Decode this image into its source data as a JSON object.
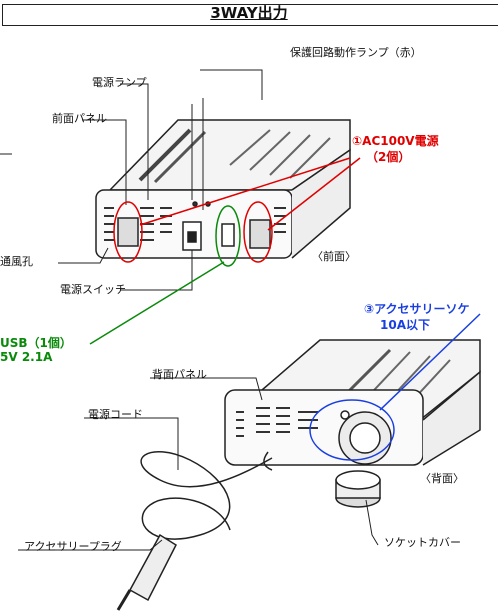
{
  "header": {
    "title": "3WAY出力"
  },
  "labels": {
    "protect_lamp": "保護回路動作ランプ（赤）",
    "power_lamp": "電源ランプ",
    "front_panel": "前面パネル",
    "vent": "通風孔",
    "power_switch": "電源スイッチ",
    "front_view": "〈前面〉",
    "rear_panel": "背面パネル",
    "power_cord": "電源コード",
    "rear_view": "〈背面〉",
    "accessory_plug": "アクセサリープラグ",
    "socket_cover": "ソケットカバー"
  },
  "callouts": {
    "ac_line1": "①AC100V電源",
    "ac_line2": "（2個）",
    "usb_line1": "USB（1個）",
    "usb_line2": "5V  2.1A",
    "acc_line1": "③アクセサリーソケ",
    "acc_line2": "10A以下"
  },
  "colors": {
    "red": "#e00000",
    "green": "#0a8a0a",
    "blue": "#1a3fe0",
    "ink": "#222222"
  }
}
